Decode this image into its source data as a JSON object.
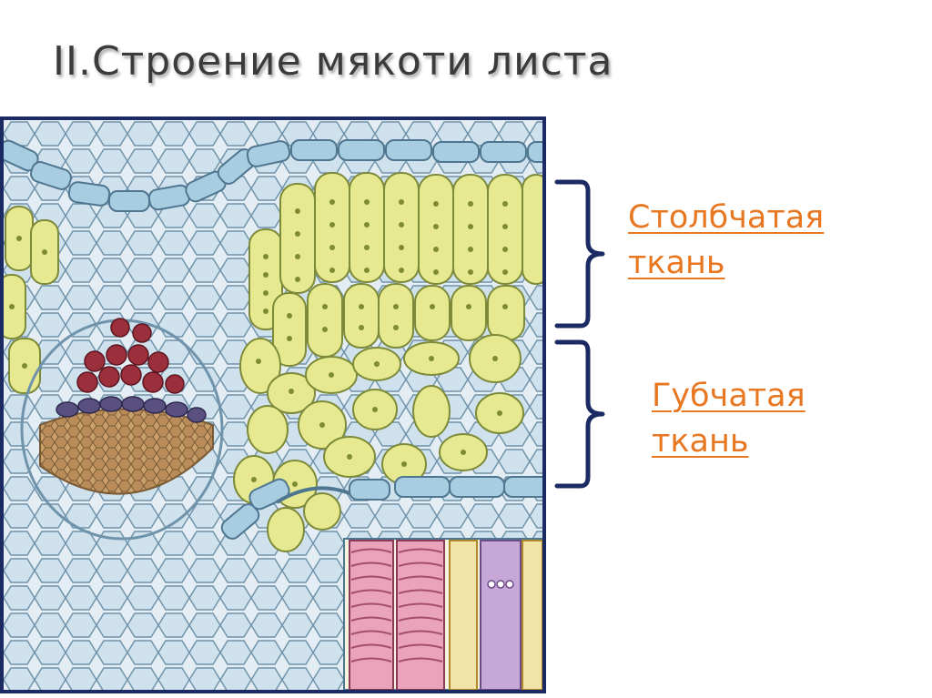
{
  "slide": {
    "title": "II.Строение мякоти листа"
  },
  "labels": {
    "palisade": {
      "line1": "Столбчатая",
      "line2": "ткань"
    },
    "spongy": {
      "line1": "Губчатая",
      "line2": "ткань"
    }
  },
  "colors": {
    "title": "#3b3b3b",
    "link": "#e87722",
    "frame": "#1c2a64",
    "bracket": "#1c2a64",
    "epidermis": "#a9cde0",
    "mesophyll": "#e6e98f",
    "chloroplast": "#7f8a34",
    "xylem": "#9c2f3c",
    "phloem": "#5a5080",
    "sclerenchyma": "#b98c5a"
  }
}
